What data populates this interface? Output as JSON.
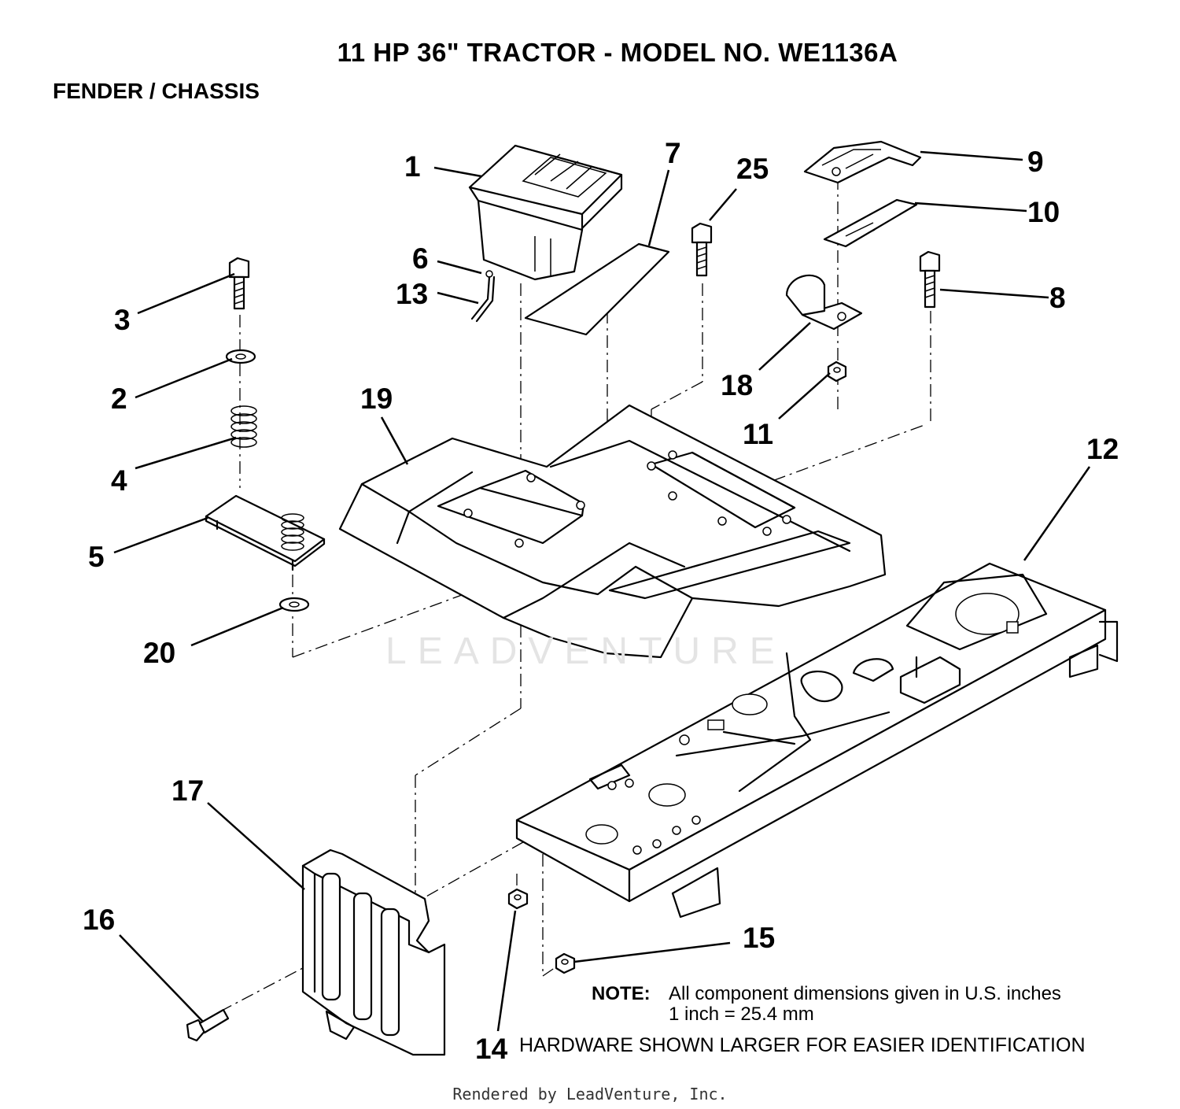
{
  "title": "11 HP 36\" TRACTOR - MODEL NO. WE1136A",
  "subtitle": "FENDER / CHASSIS",
  "watermark": "LEADVENTURE",
  "callouts": {
    "c1": "1",
    "c2": "2",
    "c3": "3",
    "c4": "4",
    "c5": "5",
    "c6": "6",
    "c7": "7",
    "c8": "8",
    "c9": "9",
    "c10": "10",
    "c11": "11",
    "c12": "12",
    "c13": "13",
    "c14": "14",
    "c15": "15",
    "c16": "16",
    "c17": "17",
    "c18": "18",
    "c19": "19",
    "c20": "20",
    "c25": "25"
  },
  "note": {
    "label": "NOTE:",
    "line1": "All component dimensions given in U.S. inches",
    "line2": "1 inch = 25.4 mm"
  },
  "hardware_note": "HARDWARE SHOWN LARGER FOR EASIER IDENTIFICATION",
  "footer": "Rendered by LeadVenture, Inc."
}
